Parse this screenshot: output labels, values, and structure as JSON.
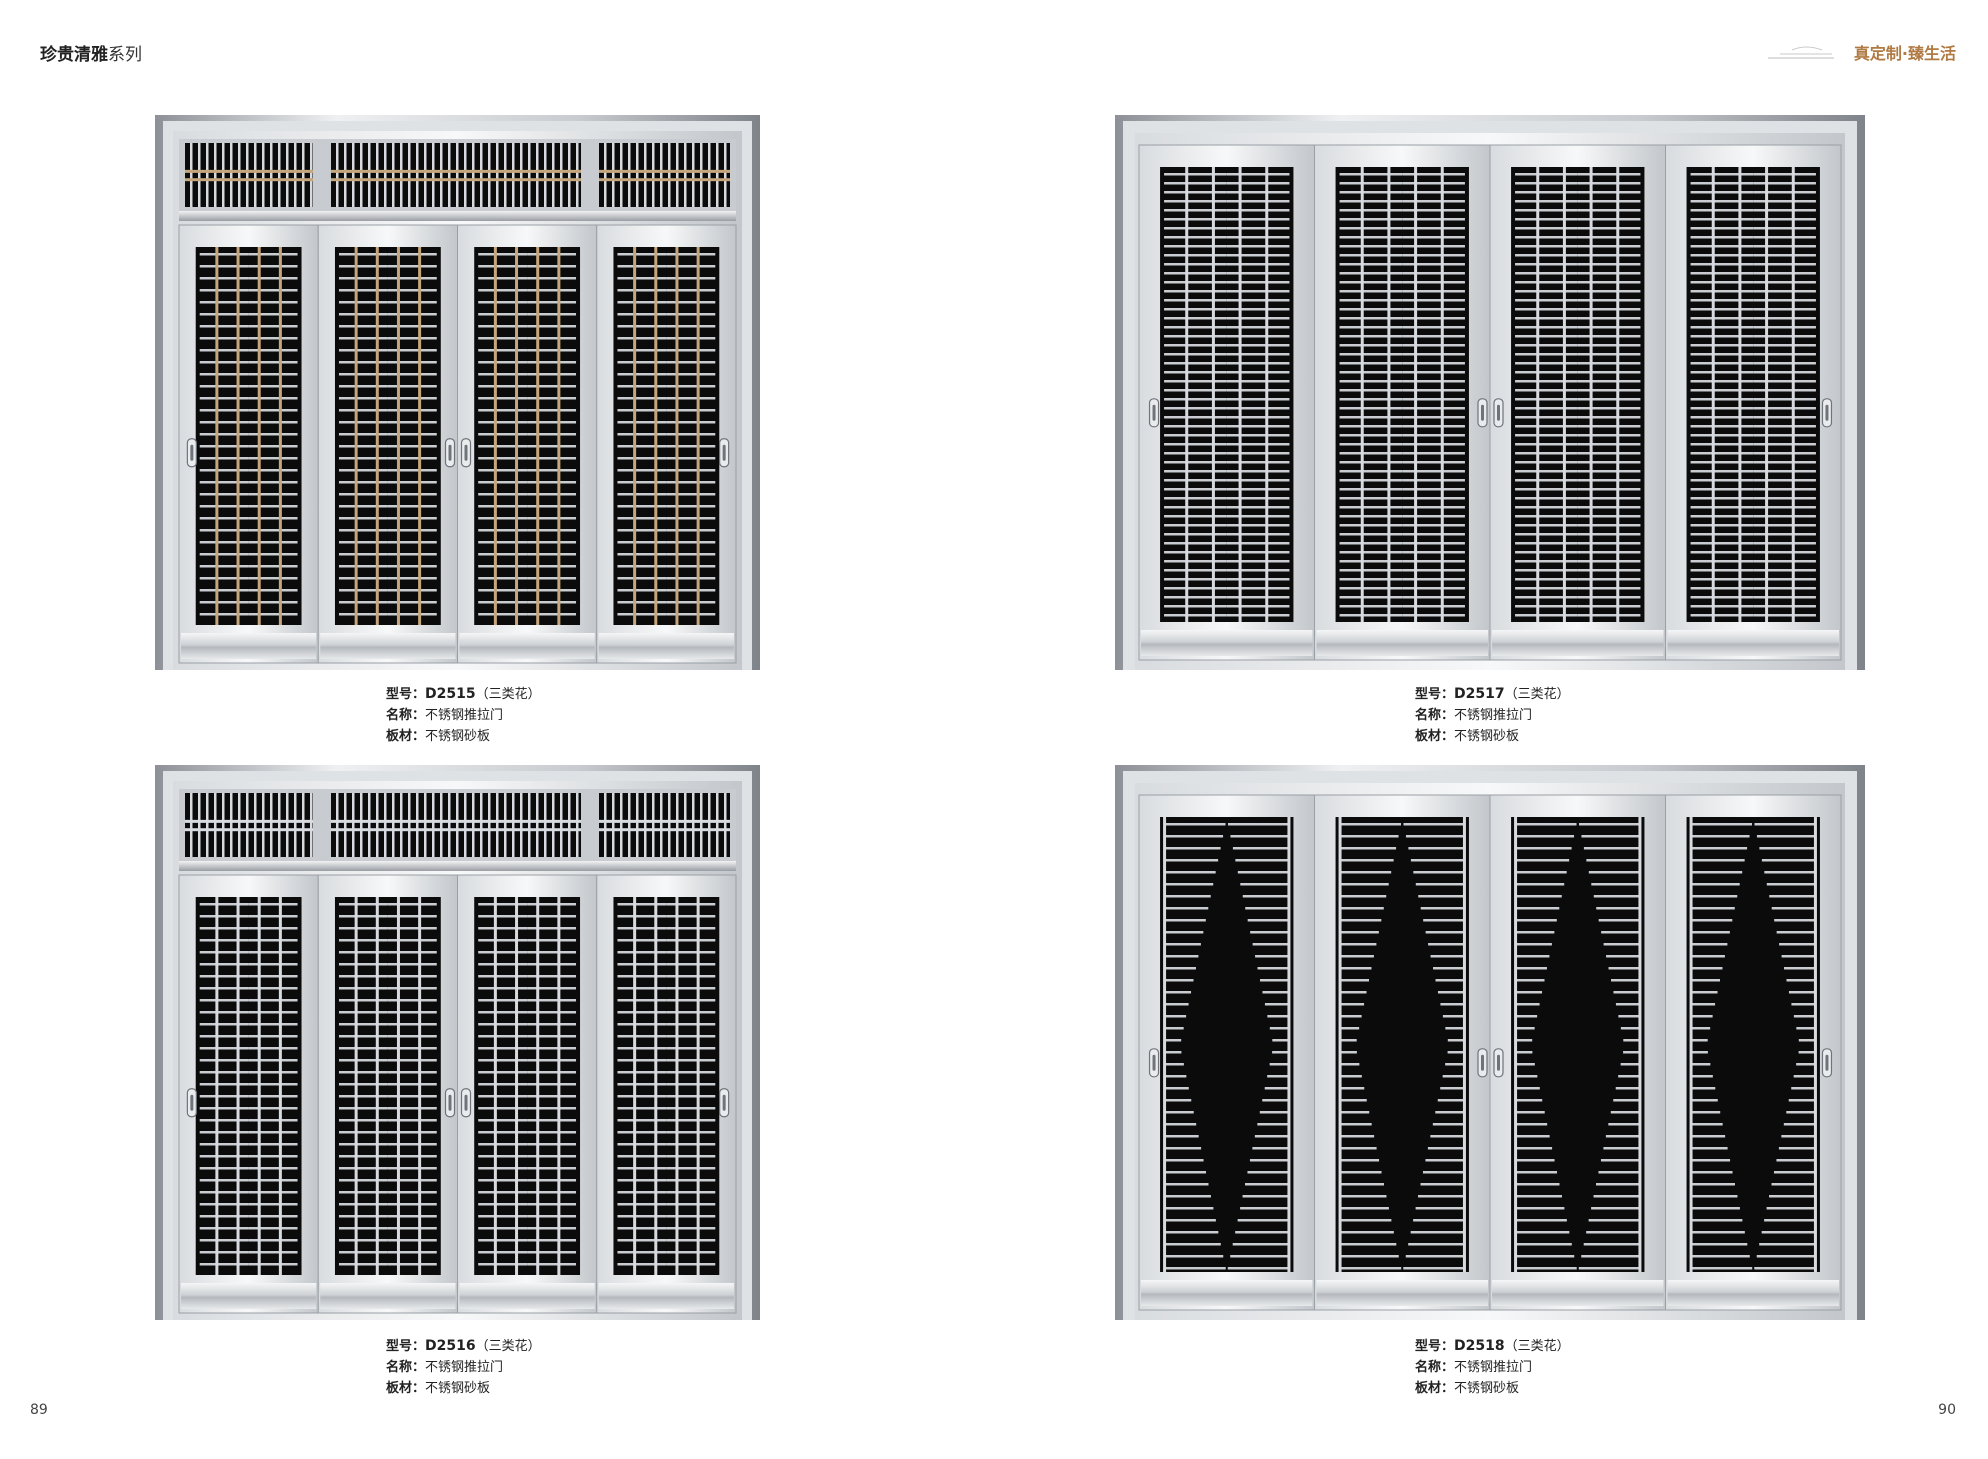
{
  "header": {
    "series_bold": "珍贵清雅",
    "series_rest": "系列",
    "slogan": "真定制·臻生活"
  },
  "pages": {
    "left": "89",
    "right": "90"
  },
  "colors": {
    "steel_light": "#eef0f2",
    "steel_mid": "#b7bbc0",
    "steel_dark": "#7c8087",
    "glass": "#0b0b0b",
    "accent": "#b07a43",
    "brass": "#c6a77d"
  },
  "products": [
    {
      "model_label": "型号：",
      "model": "D2515",
      "pattern": "（三类花）",
      "name_label": "名称：",
      "name": "不锈钢推拉门",
      "board_label": "板材：",
      "board": "不锈钢砂板"
    },
    {
      "model_label": "型号：",
      "model": "D2517",
      "pattern": "（三类花）",
      "name_label": "名称：",
      "name": "不锈钢推拉门",
      "board_label": "板材：",
      "board": "不锈钢砂板"
    },
    {
      "model_label": "型号：",
      "model": "D2516",
      "pattern": "（三类花）",
      "name_label": "名称：",
      "name": "不锈钢推拉门",
      "board_label": "板材：",
      "board": "不锈钢砂板"
    },
    {
      "model_label": "型号：",
      "model": "D2518",
      "pattern": "（三类花）",
      "name_label": "名称：",
      "name": "不锈钢推拉门",
      "board_label": "板材：",
      "board": "不锈钢砂板"
    }
  ]
}
